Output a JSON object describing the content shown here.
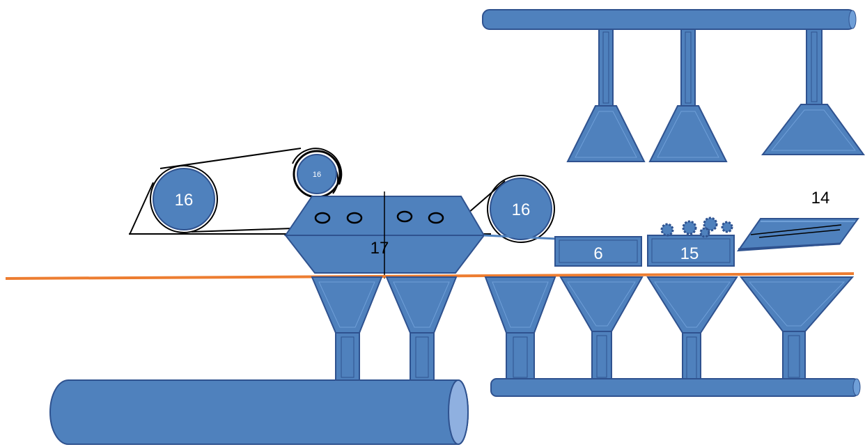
{
  "colors": {
    "fill": "#4f81bd",
    "fill_light": "#6f9fd8",
    "stroke": "#2f528f",
    "belt": "#000000",
    "floor_line": "#ed7d31",
    "background": "#ffffff"
  },
  "labels": {
    "pulley_left": "16",
    "pulley_small": "16",
    "pulley_right": "16",
    "machine_center": "17",
    "box_a": "6",
    "box_b": "15",
    "plate": "14"
  }
}
